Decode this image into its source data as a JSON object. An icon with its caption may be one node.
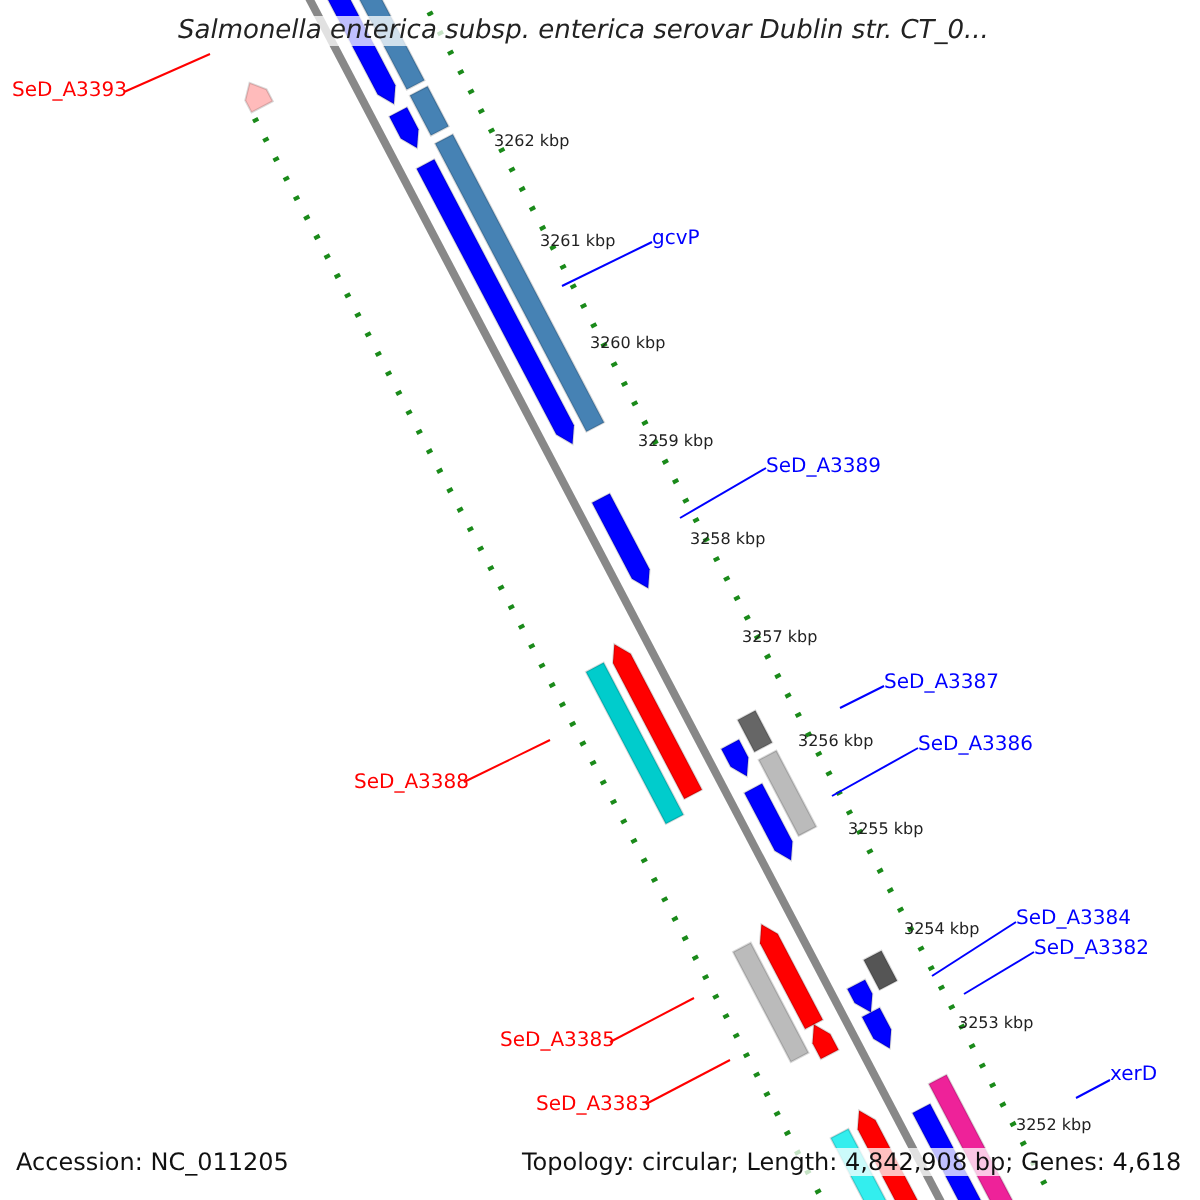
{
  "diagram": {
    "title": "Salmonella enterica subsp. enterica serovar Dublin str. CT_0...",
    "nodes": [
      {
        "text": [
          "SeD_A3393"
        ]
      },
      {
        "text": [
          "gcvP"
        ]
      },
      {
        "text": [
          "SeD_A3389"
        ]
      },
      {
        "text": [
          "SeD_A3387"
        ]
      },
      {
        "text": [
          "SeD_A3386"
        ]
      },
      {
        "text": [
          "SeD_A3388"
        ]
      },
      {
        "text": [
          "SeD_A3384"
        ]
      },
      {
        "text": [
          "SeD_A3382"
        ]
      },
      {
        "text": [
          "SeD_A3385"
        ]
      },
      {
        "text": [
          "xerD"
        ]
      },
      {
        "text": [
          "SeD_A3383"
        ]
      }
    ],
    "edges": [
      {
        "from": 0,
        "to": null,
        "arrow": "none",
        "color": "#ff0000"
      },
      {
        "from": 1,
        "to": null,
        "arrow": "none"
      },
      {
        "from": 2,
        "to": null,
        "arrow": "none"
      },
      {
        "from": 3,
        "to": null,
        "arrow": "none"
      },
      {
        "from": 4,
        "to": null,
        "arrow": "none"
      },
      {
        "from": 5,
        "to": null,
        "arrow": "none",
        "color": "#ff0000"
      },
      {
        "from": 6,
        "to": null,
        "arrow": "none"
      },
      {
        "from": 7,
        "to": null,
        "arrow": "none"
      },
      {
        "from": 8,
        "to": null,
        "arrow": "none",
        "color": "#ff0000"
      },
      {
        "from": 9,
        "to": null,
        "arrow": "none"
      },
      {
        "from": 10,
        "to": null,
        "arrow": "none",
        "color": "#ff0000"
      }
    ],
    "labels": [
      "3262 kbp",
      "3261 kbp",
      "3260 kbp",
      "3259 kbp",
      "3258 kbp",
      "3257 kbp",
      "3256 kbp",
      "3255 kbp",
      "3254 kbp",
      "3253 kbp",
      "3252 kbp",
      "Accession: NC_011205",
      "Topology: circular; Length: 4,842,908 bp; Genes: 4,618"
    ]
  }
}
